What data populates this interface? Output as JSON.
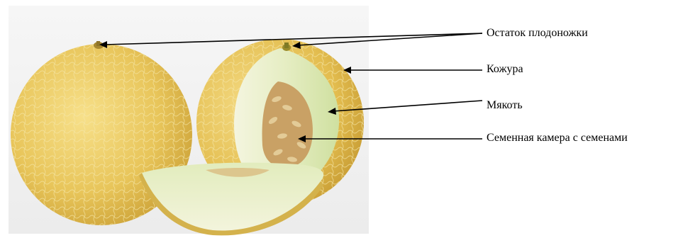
{
  "labels": {
    "stem_remnant": "Остаток плодоножки",
    "peel": "Кожура",
    "pulp": "Мякоть",
    "seed_chamber": "Семенная камера с семенами"
  },
  "colors": {
    "melon_rind": "#e8c55a",
    "melon_flesh": "#eef2d4",
    "seeds": "#c9a165",
    "arrow": "#000000",
    "background": "#ffffff"
  }
}
